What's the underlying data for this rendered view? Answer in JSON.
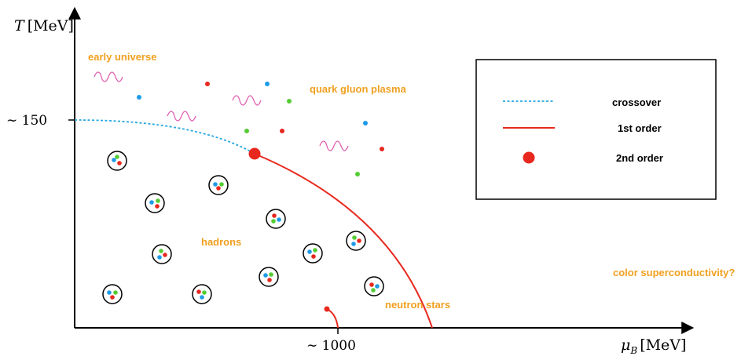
{
  "axes": {
    "y_label_var": "T",
    "y_label_unit": "[MeV]",
    "x_label_var": "μ",
    "x_label_sub": "B",
    "x_label_unit": "[MeV]",
    "y_tick": "∼ 150",
    "x_tick": "∼ 1000"
  },
  "regions": {
    "early_universe": "early universe",
    "qgp": "quark gluon plasma",
    "hadrons": "hadrons",
    "neutron_stars": "neutron stars",
    "csc": "color superconductivity?"
  },
  "legend": {
    "crossover": "crossover",
    "first_order": "1st order",
    "second_order": "2nd order"
  },
  "colors": {
    "orange_text": "#f0a020",
    "crossover": "#29a8e0",
    "first_order": "#e8281e",
    "quark_red": "#e8281e",
    "quark_blue": "#1e9be8",
    "quark_green": "#55cc33",
    "gluon": "#e060b0"
  }
}
